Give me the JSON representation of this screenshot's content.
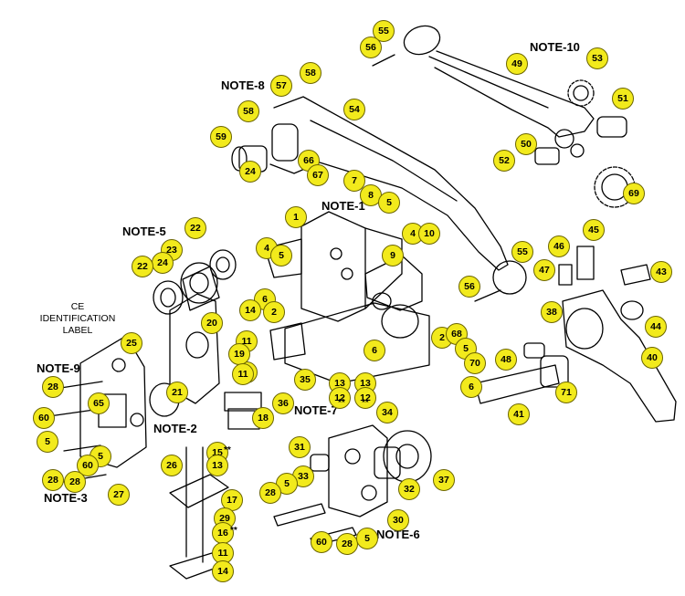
{
  "notes": [
    "NOTE-10",
    "NOTE-8",
    "NOTE-1",
    "NOTE-5",
    "NOTE-9",
    "NOTE-2",
    "NOTE-7",
    "NOTE-3",
    "NOTE-6"
  ],
  "ce_label": [
    "CE",
    "IDENTIFICATION",
    "LABEL"
  ],
  "parts": [
    "55",
    "56",
    "58",
    "57",
    "49",
    "53",
    "54",
    "58",
    "51",
    "59",
    "50",
    "52",
    "24",
    "66",
    "67",
    "7",
    "69",
    "8",
    "5",
    "1",
    "4",
    "10",
    "22",
    "45",
    "46",
    "23",
    "24",
    "22",
    "55",
    "47",
    "43",
    "4",
    "5",
    "56",
    "6",
    "14",
    "2",
    "38",
    "44",
    "20",
    "11",
    "11",
    "19",
    "2",
    "68",
    "5",
    "40",
    "25",
    "48",
    "6",
    "9",
    "70",
    "11",
    "13",
    "13",
    "12",
    "12",
    "65",
    "36",
    "35",
    "6",
    "71",
    "28",
    "60",
    "21",
    "41",
    "18",
    "34",
    "5",
    "5",
    "15",
    "31",
    "60",
    "26",
    "13",
    "28",
    "28",
    "27",
    "33",
    "17",
    "5",
    "32",
    "28",
    "37",
    "29",
    "16",
    "60",
    "28",
    "5",
    "30",
    "11",
    "14"
  ],
  "star_marks": [
    "**",
    "**",
    "**",
    "**"
  ],
  "line_color": "#000000",
  "callout_color": "#f2ea1c"
}
